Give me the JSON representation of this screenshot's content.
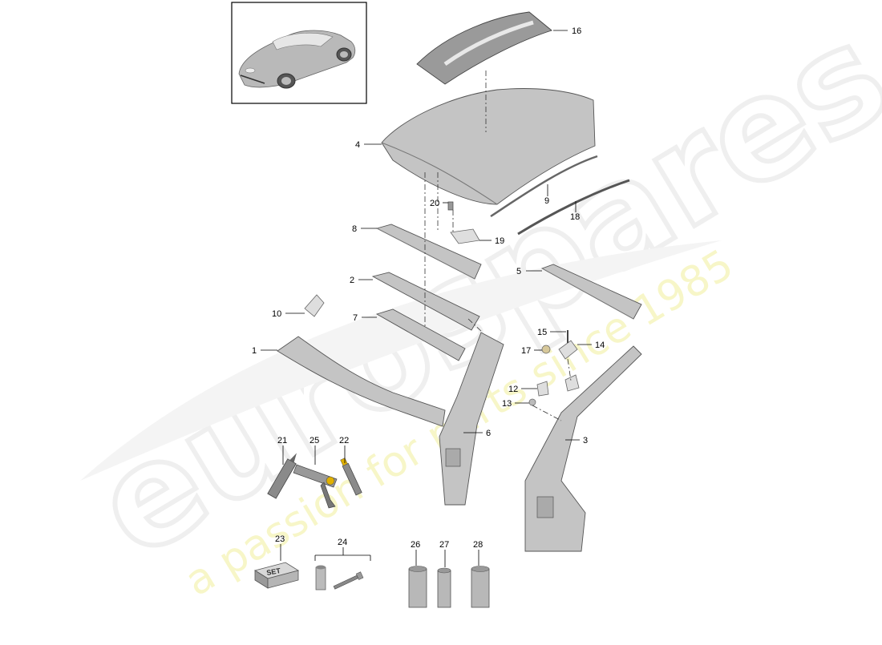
{
  "watermark": {
    "brand": "eurospares",
    "tagline": "a passion for parts since 1985"
  },
  "callouts": [
    {
      "id": "16",
      "label": "16"
    },
    {
      "id": "4",
      "label": "4"
    },
    {
      "id": "9",
      "label": "9"
    },
    {
      "id": "18",
      "label": "18"
    },
    {
      "id": "20",
      "label": "20"
    },
    {
      "id": "19",
      "label": "19"
    },
    {
      "id": "8",
      "label": "8"
    },
    {
      "id": "5",
      "label": "5"
    },
    {
      "id": "2",
      "label": "2"
    },
    {
      "id": "10",
      "label": "10"
    },
    {
      "id": "7",
      "label": "7"
    },
    {
      "id": "15",
      "label": "15"
    },
    {
      "id": "14",
      "label": "14"
    },
    {
      "id": "17",
      "label": "17"
    },
    {
      "id": "1",
      "label": "1"
    },
    {
      "id": "12",
      "label": "12"
    },
    {
      "id": "13",
      "label": "13"
    },
    {
      "id": "6",
      "label": "6"
    },
    {
      "id": "3",
      "label": "3"
    },
    {
      "id": "21",
      "label": "21"
    },
    {
      "id": "25",
      "label": "25"
    },
    {
      "id": "22",
      "label": "22"
    },
    {
      "id": "23",
      "label": "23"
    },
    {
      "id": "24",
      "label": "24"
    },
    {
      "id": "26",
      "label": "26"
    },
    {
      "id": "27",
      "label": "27"
    },
    {
      "id": "28",
      "label": "28"
    }
  ],
  "set_box_text": "SET"
}
